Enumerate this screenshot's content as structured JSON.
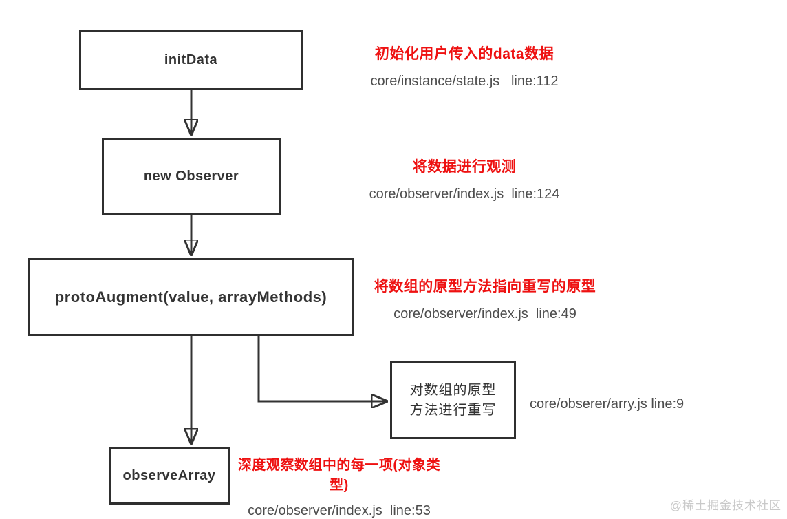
{
  "watermark": "@稀土掘金技术社区",
  "colors": {
    "background": "#ffffff",
    "box_border": "#2f2f2f",
    "box_text": "#333333",
    "annotation_red": "#ee1111",
    "annotation_gray": "#4d4d4d",
    "arrow": "#333333",
    "watermark": "#c9c9c9"
  },
  "flowchart": {
    "nodes": [
      {
        "id": "initData",
        "label": "initData"
      },
      {
        "id": "newObserver",
        "label": "new Observer"
      },
      {
        "id": "protoAugment",
        "label": "protoAugment(value, arrayMethods)"
      },
      {
        "id": "rewriteArrayProto",
        "label_line1": "对数组的原型",
        "label_line2": "方法进行重写"
      },
      {
        "id": "observeArray",
        "label": "observeArray"
      }
    ],
    "annotations": [
      {
        "title": "初始化用户传入的data数据",
        "source": "core/instance/state.js   line:112"
      },
      {
        "title": "将数据进行观测",
        "source": "core/observer/index.js  line:124"
      },
      {
        "title": "将数组的原型方法指向重写的原型",
        "source": "core/observer/index.js  line:49"
      },
      {
        "source": "core/obserer/arry.js line:9"
      },
      {
        "title": "深度观察数组中的每一项(对象类型)",
        "source": "core/observer/index.js  line:53"
      }
    ],
    "edges": [
      {
        "from": "initData",
        "to": "newObserver"
      },
      {
        "from": "newObserver",
        "to": "protoAugment"
      },
      {
        "from": "protoAugment",
        "to": "observeArray"
      },
      {
        "from": "protoAugment",
        "to": "rewriteArrayProto"
      }
    ]
  }
}
